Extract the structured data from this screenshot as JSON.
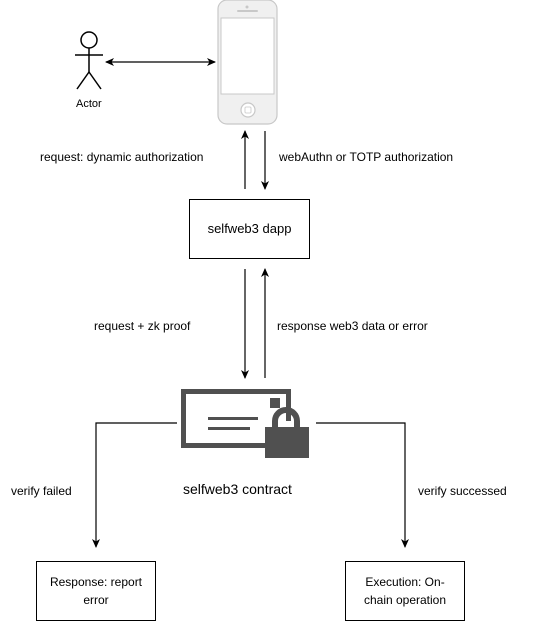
{
  "actor": {
    "label": "Actor"
  },
  "edges": {
    "phone_to_dapp": "request: dynamic authorization",
    "dapp_to_phone": "webAuthn or TOTP authorization",
    "dapp_to_contract": "request + zk proof",
    "contract_to_dapp": "response web3 data or error",
    "contract_left": "verify failed",
    "contract_right": "verify successed"
  },
  "nodes": {
    "dapp": "selfweb3 dapp",
    "contract": "selfweb3 contract",
    "response": "Response: report error",
    "execution": "Execution: On-chain operation"
  },
  "colors": {
    "line": "#000000",
    "phone_fill": "#f0f0f0",
    "phone_stroke": "#c8c8c8",
    "contract_icon": "#505050"
  }
}
